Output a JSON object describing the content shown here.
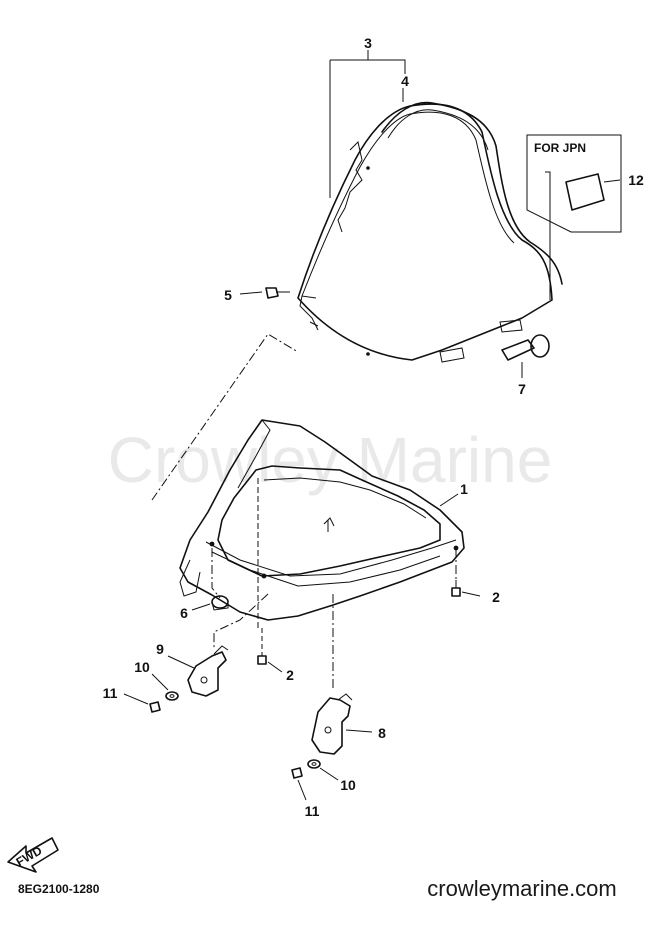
{
  "watermark": "Crowley Marine",
  "footer": {
    "url": "crowleymarine.com",
    "diagram_code": "8EG2100-1280"
  },
  "fwd_label": "FWD",
  "jpn_box": {
    "title": "FOR JPN"
  },
  "callouts": {
    "c1": "1",
    "c2a": "2",
    "c2b": "2",
    "c3": "3",
    "c4": "4",
    "c5": "5",
    "c6": "6",
    "c7": "7",
    "c8": "8",
    "c9": "9",
    "c10a": "10",
    "c10b": "10",
    "c11a": "11",
    "c11b": "11",
    "c12": "12"
  }
}
